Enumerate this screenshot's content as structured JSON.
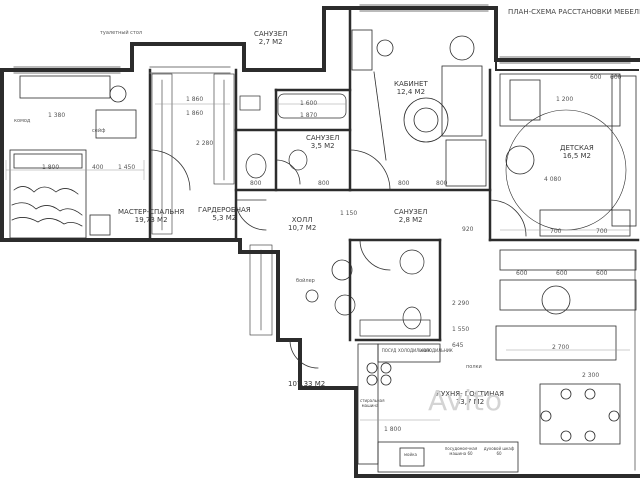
{
  "title": "ПЛАН-СХЕМА РАССТАНОВКИ МЕБЕЛИ И О",
  "total_area": "107,33 М2",
  "watermark": "Avito",
  "rooms": {
    "master": {
      "name": "МАСТЕР-СПАЛЬНЯ",
      "area": "19,73 М2"
    },
    "wardrobe": {
      "name": "ГАРДЕРОБНАЯ",
      "area": "5,3 М2"
    },
    "hall": {
      "name": "ХОЛЛ",
      "area": "10,7 М2"
    },
    "bath_top": {
      "name": "САНУЗЕЛ",
      "area": "2,7 М2"
    },
    "bath_mid": {
      "name": "САНУЗЕЛ",
      "area": "3,5 М2"
    },
    "bath_low": {
      "name": "САНУЗЕЛ",
      "area": "2,8 М2"
    },
    "office": {
      "name": "КАБИНЕТ",
      "area": "12,4 М2"
    },
    "kids": {
      "name": "ДЕТСКАЯ",
      "area": "16,5 М2"
    },
    "kitchen": {
      "name": "КУХНЯ- ГОСТИНАЯ",
      "area": "33,7 М2"
    }
  },
  "notes": {
    "dresser": "комод",
    "table": "туалетный стол",
    "safe": "сейф",
    "boiler": "бойлер",
    "shoes": "полки",
    "wm": "стиральная машина",
    "oven": "ПОСУД",
    "fridge1": "ХОЛОДИЛЬНИК",
    "fridge2": "ХОЛОДИЛЬНИК",
    "sink": "мойка",
    "dw": "посудомоечная машина 60",
    "oven2": "духовой шкаф 60"
  },
  "dims": {
    "d1380": "1 380",
    "d1800": "1 800",
    "d1450": "1 450",
    "d400": "400",
    "d1860a": "1 860",
    "d1860b": "1 860",
    "d2280": "2 280",
    "d1600": "1 600",
    "d1870": "1 870",
    "d800a": "800",
    "d800b": "800",
    "d800c": "800",
    "d800d": "800",
    "d1150": "1 150",
    "d920": "920",
    "d600a": "600",
    "d600b": "600",
    "d600c": "600",
    "d600d": "600",
    "d600e": "600",
    "d1200": "1 200",
    "d4080": "4 080",
    "d700a": "700",
    "d700b": "700",
    "d2700": "2 700",
    "d3300": "2 300",
    "d645": "645",
    "d1550": "1 550",
    "d1800b": "1 800",
    "d2290": "2 290"
  }
}
